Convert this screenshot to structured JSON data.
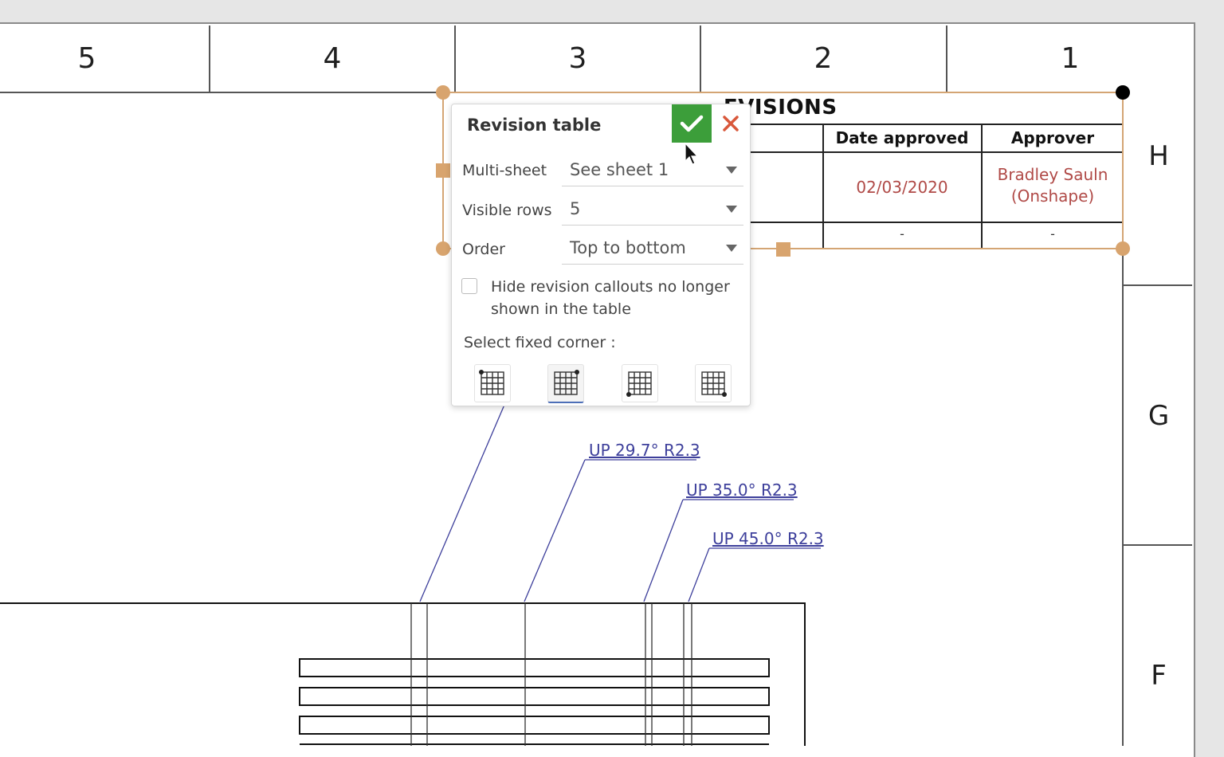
{
  "zones": {
    "columns": [
      "5",
      "4",
      "3",
      "2",
      "1"
    ],
    "rows": [
      "H",
      "G",
      "F"
    ]
  },
  "revision_table": {
    "title": "REVISIONS",
    "title_visible": "EVISIONS",
    "headers": {
      "date_approved": "Date approved",
      "approver": "Approver"
    },
    "row1": {
      "date": "02/03/2020",
      "approver_line1": "Bradley Sauln",
      "approver_line2": "(Onshape)"
    },
    "row2": {
      "date": "-",
      "approver": "-"
    }
  },
  "callouts": [
    "UP 29.7° R2.3",
    "UP 35.0° R2.3",
    "UP 45.0° R2.3"
  ],
  "dialog": {
    "title": "Revision table",
    "multi_sheet": {
      "label": "Multi-sheet",
      "value": "See sheet 1"
    },
    "visible_rows": {
      "label": "Visible rows",
      "value": "5"
    },
    "order": {
      "label": "Order",
      "value": "Top to bottom"
    },
    "hide_callouts": {
      "label": "Hide revision callouts no longer shown in the table",
      "checked": false
    },
    "fixed_corner": {
      "label": "Select fixed corner :",
      "options": [
        "top-left",
        "top-right",
        "bottom-left",
        "bottom-right"
      ],
      "selected": "top-right"
    }
  },
  "colors": {
    "accent_ok": "#3c9e3a",
    "cancel": "#d9583b",
    "selection": "#d4a574",
    "callout": "#3d3f9b",
    "table_value": "#b04a47"
  }
}
